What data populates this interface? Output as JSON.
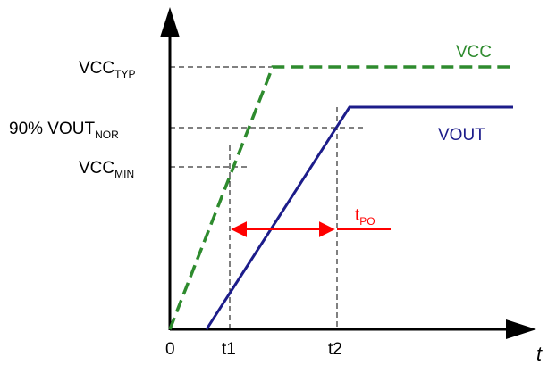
{
  "colors": {
    "vcc": "#2e8b2e",
    "vout": "#1c1c8a",
    "tpo": "#ff0000",
    "axis": "#000000",
    "guide": "#000000"
  },
  "labels": {
    "vcc_typ": {
      "main": "VCC",
      "sub": "TYP"
    },
    "vout_nor": {
      "main": "90% VOUT",
      "sub": "NOR"
    },
    "vcc_min": {
      "main": "VCC",
      "sub": "MIN"
    },
    "vcc_curve": "VCC",
    "vout_curve": "VOUT",
    "tpo": {
      "main": "t",
      "sub": "PO"
    },
    "x_origin": "0",
    "x_t1": "t1",
    "x_t2": "t2",
    "x_axis": "t"
  }
}
